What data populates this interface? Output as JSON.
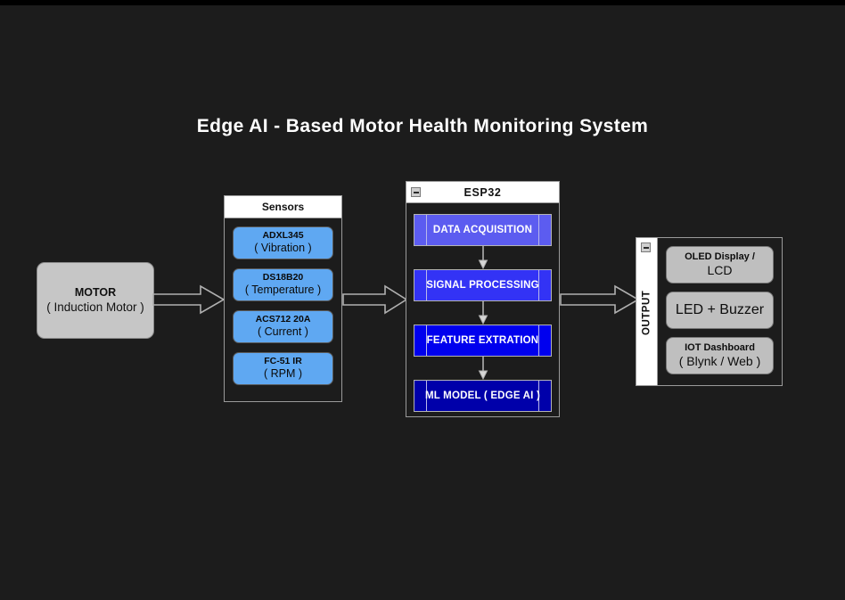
{
  "page": {
    "background_color": "#1c1c1c",
    "title": "Edge AI - Based Motor Health Monitoring System"
  },
  "motor": {
    "name": "MOTOR",
    "subtitle": "( Induction Motor )",
    "fill_color": "#c6c6c6"
  },
  "sensors_panel": {
    "header": "Sensors",
    "header_bg": "#ffffff",
    "box_color": "#5fa8f2",
    "items": [
      {
        "name": "ADXL345",
        "measure": "( Vibration )"
      },
      {
        "name": "DS18B20",
        "measure": "( Temperature )"
      },
      {
        "name": "ACS712 20A",
        "measure": "( Current )"
      },
      {
        "name": "FC-51 IR",
        "measure": "( RPM )"
      }
    ]
  },
  "esp32_panel": {
    "header": "ESP32",
    "header_bg": "#ffffff",
    "minimize_icon": "minimize-icon",
    "stages": [
      {
        "label": "DATA ACQUISITION",
        "color": "#5c5cf0"
      },
      {
        "label": "SIGNAL PROCESSING",
        "color": "#3333f5"
      },
      {
        "label": "FEATURE EXTRATION",
        "color": "#0000ee"
      },
      {
        "label": "ML MODEL ( EDGE AI )",
        "color": "#0000aa"
      }
    ]
  },
  "output_panel": {
    "label": "OUTPUT",
    "sidebar_bg": "#ffffff",
    "minimize_icon": "minimize-icon",
    "box_color": "#bfbfbf",
    "items": [
      {
        "line1": "OLED Display /",
        "line2": "LCD"
      },
      {
        "line1": "LED + Buzzer",
        "line2": ""
      },
      {
        "line1": "IOT Dashboard",
        "line2": "( Blynk / Web )"
      }
    ]
  },
  "connectors": {
    "arrow_stroke": "#b0b0b0",
    "arrow_fill": "#1c1c1c",
    "flow": [
      {
        "from": "motor",
        "to": "sensors_panel"
      },
      {
        "from": "sensors_panel",
        "to": "esp32_panel"
      },
      {
        "from": "esp32_panel",
        "to": "output_panel"
      }
    ]
  }
}
